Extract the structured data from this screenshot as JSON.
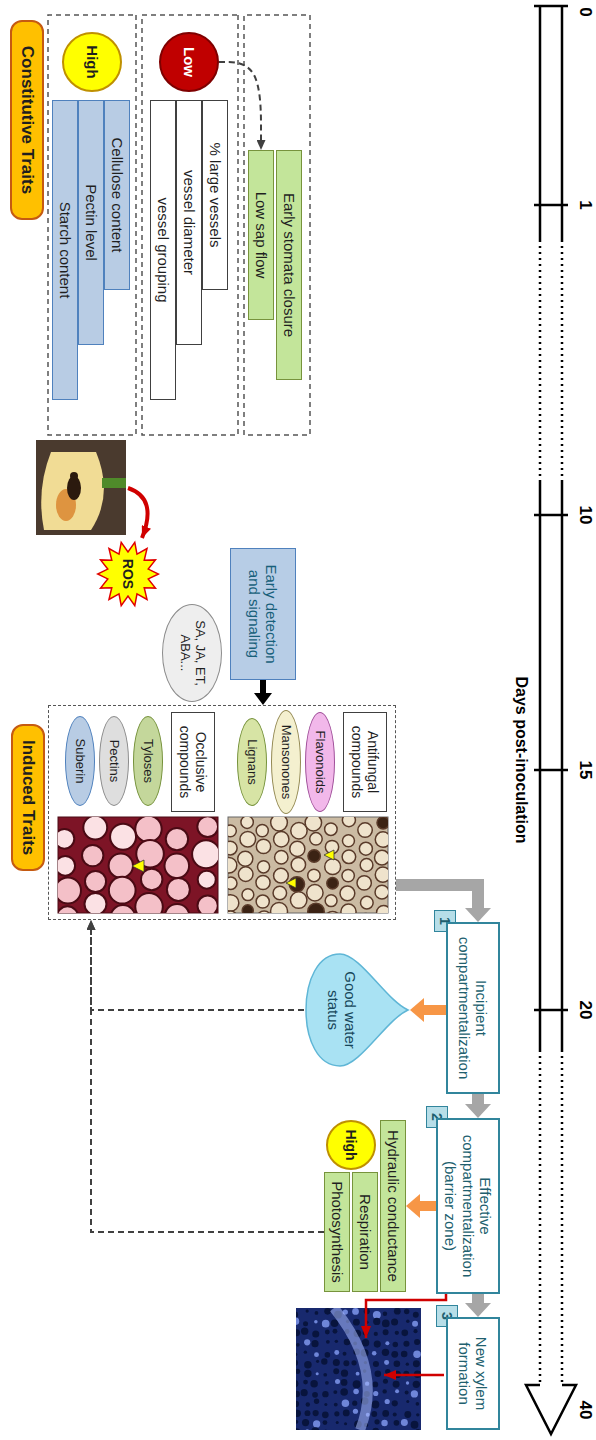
{
  "diagram": {
    "nodes": [
      {
        "text": [
          "Constitutive Traits"
        ]
      },
      {
        "text": [
          "High"
        ]
      },
      {
        "text": [
          "Starch content"
        ]
      },
      {
        "text": [
          "Pectin level"
        ]
      },
      {
        "text": [
          "Cellulose content"
        ]
      },
      {
        "text": [
          "Low"
        ]
      },
      {
        "text": [
          "vessel grouping"
        ]
      },
      {
        "text": [
          "vessel diameter"
        ]
      },
      {
        "text": [
          "% large vessels"
        ]
      },
      {
        "text": [
          "Low sap flow"
        ]
      },
      {
        "text": [
          "Early stomata closure"
        ]
      },
      {
        "text": [
          "ROS"
        ]
      },
      {
        "text": [
          "Early detection and signaling"
        ]
      },
      {
        "text": [
          "SA, JA, ET, ABA..."
        ]
      },
      {
        "text": [
          "Induced Traits"
        ]
      },
      {
        "text": [
          "Antifungal compounds"
        ],
        "in": 14
      },
      {
        "text": [
          "Mansonones"
        ],
        "in": 14
      },
      {
        "text": [
          "Lignans"
        ],
        "in": 14
      },
      {
        "text": [
          "Flavonoids"
        ],
        "in": 14
      },
      {
        "text": [
          "Occlusive compounds"
        ],
        "in": 14
      },
      {
        "text": [
          "Suberin"
        ],
        "in": 14
      },
      {
        "text": [
          "Pectins"
        ],
        "in": 14
      },
      {
        "text": [
          "Tyloses"
        ],
        "in": 14
      },
      {
        "text": [
          "1"
        ]
      },
      {
        "text": [
          "Incipient compartmentalization"
        ]
      },
      {
        "text": [
          "Good water status"
        ]
      },
      {
        "text": [
          "2"
        ]
      },
      {
        "text": [
          "Effective compartmentalization (barrier zone)"
        ]
      },
      {
        "text": [
          "High"
        ]
      },
      {
        "text": [
          "Hydraulic conductance"
        ]
      },
      {
        "text": [
          "Respiration"
        ]
      },
      {
        "text": [
          "Photosynthesis"
        ]
      },
      {
        "text": [
          "3"
        ]
      },
      {
        "text": [
          "New xylem formation"
        ]
      }
    ],
    "edges": [
      {
        "from": 5,
        "to": 9,
        "arrow": "to"
      },
      {
        "from": 12,
        "to": 14,
        "arrow": "to"
      },
      {
        "from": 14,
        "to": 24,
        "arrow": "to"
      },
      {
        "from": 24,
        "to": 27,
        "arrow": "to"
      },
      {
        "from": 27,
        "to": 33,
        "arrow": "to"
      },
      {
        "from": 24,
        "to": 25,
        "arrow": "to"
      },
      {
        "from": 27,
        "to": 29,
        "arrow": "to"
      },
      {
        "from": 25,
        "to": 14,
        "arrow": "to"
      },
      {
        "from": 31,
        "to": 14,
        "arrow": "to"
      }
    ],
    "labels": [
      "0",
      "1",
      "10",
      "15",
      "20",
      "40",
      "Days post-inoculation"
    ]
  }
}
